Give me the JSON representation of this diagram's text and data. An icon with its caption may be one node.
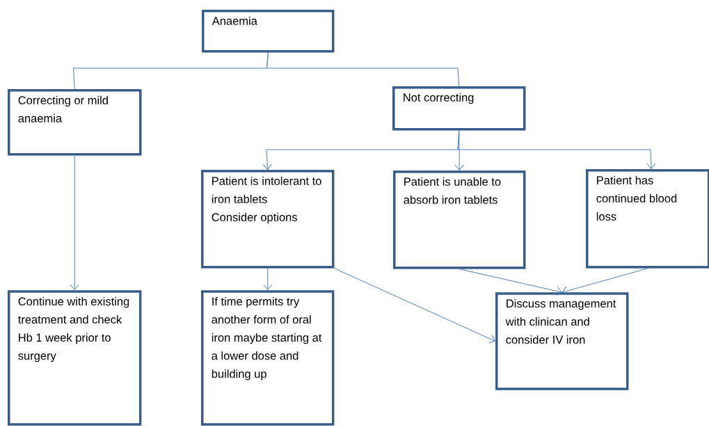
{
  "diagram": {
    "nodes": [
      {
        "text": [
          "Anaemia"
        ]
      },
      {
        "text": [
          "Correcting or mild anaemia"
        ]
      },
      {
        "text": [
          "Not correcting"
        ]
      },
      {
        "text": [
          "Patient is intolerant to iron tablets",
          "Consider options"
        ]
      },
      {
        "text": [
          "Patient is unable to absorb iron tablets"
        ]
      },
      {
        "text": [
          "Patient has continued blood loss"
        ]
      },
      {
        "text": [
          "Continue with existing treatment and check Hb 1 week prior to surgery"
        ]
      },
      {
        "text": [
          "If time permits try another form of oral iron maybe starting at a lower dose and building up"
        ]
      },
      {
        "text": [
          "Discuss management with clinican and consider IV iron"
        ]
      }
    ],
    "edges": [
      {
        "from": 0,
        "to": 1,
        "arrow": "none"
      },
      {
        "from": 0,
        "to": 2,
        "arrow": "none"
      },
      {
        "from": 2,
        "to": 3,
        "arrow": "to"
      },
      {
        "from": 2,
        "to": 4,
        "arrow": "to"
      },
      {
        "from": 2,
        "to": 5,
        "arrow": "to"
      },
      {
        "from": 1,
        "to": 6,
        "arrow": "to"
      },
      {
        "from": 3,
        "to": 7,
        "arrow": "to"
      },
      {
        "from": 3,
        "to": 8,
        "arrow": "to"
      },
      {
        "from": 4,
        "to": 8,
        "arrow": "to"
      },
      {
        "from": 5,
        "to": 8,
        "arrow": "to"
      }
    ]
  }
}
